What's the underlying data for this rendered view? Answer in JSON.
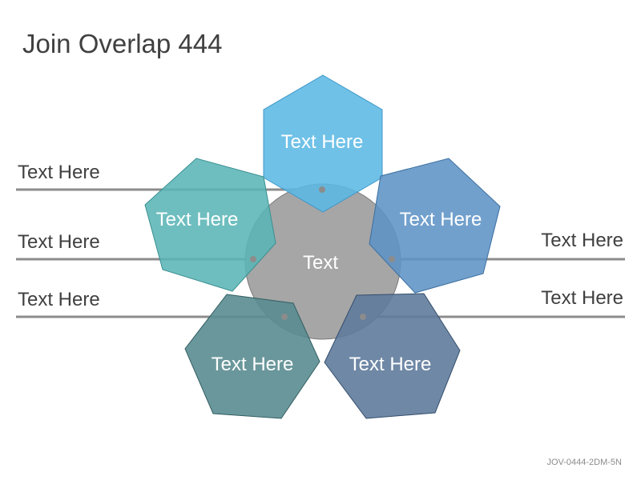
{
  "title": "Join Overlap 444",
  "footer_code": "JOV-0444-2DM-5N",
  "center_label": "Text",
  "petals": [
    {
      "label": "Text Here",
      "color": "#5BB8E4"
    },
    {
      "label": "Text Here",
      "color": "#5E93C6"
    },
    {
      "label": "Text Here",
      "color": "#5F7B9C"
    },
    {
      "label": "Text Here",
      "color": "#5A8C90"
    },
    {
      "label": "Text Here",
      "color": "#5BB5B6"
    }
  ],
  "callouts": {
    "left": [
      "Text Here",
      "Text Here",
      "Text Here"
    ],
    "right": [
      "Text Here",
      "Text Here"
    ]
  },
  "colors": {
    "center_fill": "#A6A6A6",
    "line": "#8c8c8c"
  }
}
